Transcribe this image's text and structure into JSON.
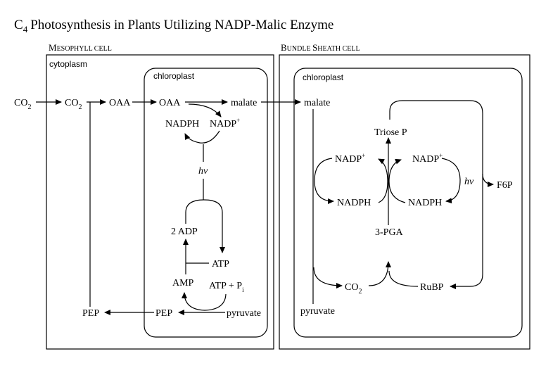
{
  "title": {
    "main": "Photosynthesis in Plants Utilizing NADP-Malic Enzyme",
    "c": "C",
    "sub": "4"
  },
  "cells": {
    "mesophyll": {
      "first": "M",
      "rest": "ESOPHYLL CELL"
    },
    "bundle_sheath": {
      "b1": "B",
      "b2": "UNDLE ",
      "b3": "S",
      "b4": "HEATH CELL"
    }
  },
  "compartments": {
    "cytoplasm": "cytoplasm",
    "chloroplast_mesophyll": "chloroplast",
    "chloroplast_bundle": "chloroplast"
  },
  "labels": {
    "co2_outside": "CO",
    "co2_outside_sub": "2",
    "co2_cyto": "CO",
    "co2_cyto_sub": "2",
    "oaa_cyto": "OAA",
    "oaa_chloro": "OAA",
    "malate_meso": "malate",
    "malate_bundle": "malate",
    "nadph_meso": "NADPH",
    "nadp_meso": "NADP",
    "nadp_meso_sup": "+",
    "hv_meso": "hν",
    "adp2": "2 ADP",
    "atp_meso": "ATP",
    "amp": "AMP",
    "atp_pi": "ATP + P",
    "atp_pi_sub": "i",
    "pep_chloro": "PEP",
    "pyruvate_meso": "pyruvate",
    "pep_cyto": "PEP",
    "triose_p": "Triose P",
    "nadp_b_left": "NADP",
    "nadp_b_left_sup": "+",
    "nadp_b_right": "NADP",
    "nadp_b_right_sup": "+",
    "hv_bundle": "hν",
    "nadph_b_left": "NADPH",
    "nadph_b_right": "NADPH",
    "f6p": "F6P",
    "pga3": "3-PGA",
    "co2_bundle": "CO",
    "co2_bundle_sub": "2",
    "rubp": "RuBP",
    "pyruvate_bundle": "pyruvate"
  }
}
